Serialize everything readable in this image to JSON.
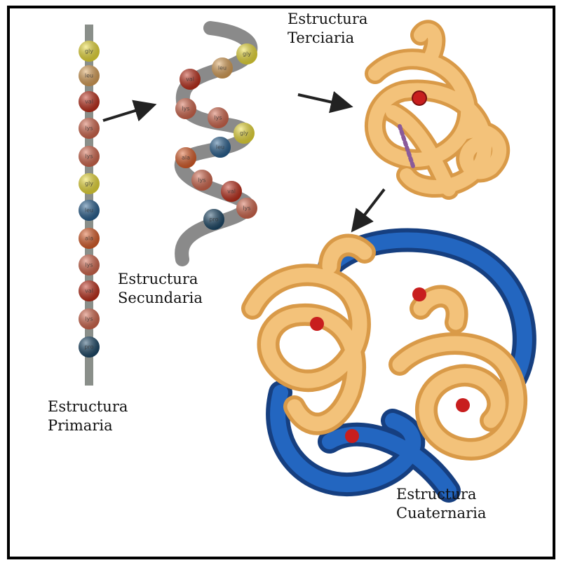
{
  "labels": {
    "primary": [
      "Estructura",
      "Primaria"
    ],
    "secondary": [
      "Estructura",
      "Secundaria"
    ],
    "tertiary": [
      "Estructura",
      "Terciaria"
    ],
    "quaternary": [
      "Estructura",
      "Cuaternaria"
    ]
  },
  "amino_acids": {
    "primary": [
      "gly",
      "leu",
      "val",
      "lys",
      "lys",
      "gly",
      "leu",
      "ala",
      "lys",
      "val",
      "lys",
      "pro"
    ],
    "secondary": [
      "gly",
      "leu",
      "val",
      "lys",
      "lys",
      "gly",
      "leu",
      "ala",
      "lys",
      "val",
      "lys",
      "pro"
    ]
  },
  "colors": {
    "gly": "#f2e23a",
    "leu": "#e0a55a",
    "val": "#c3301c",
    "lys": "#d8694e",
    "ala": "#e0602a",
    "pro": "#1d4a6a",
    "leu_blue": "#2a6394",
    "tube_orange": "#f0b860",
    "tube_blue": "#1f5fb0",
    "backbone": "#8a8a8a"
  }
}
